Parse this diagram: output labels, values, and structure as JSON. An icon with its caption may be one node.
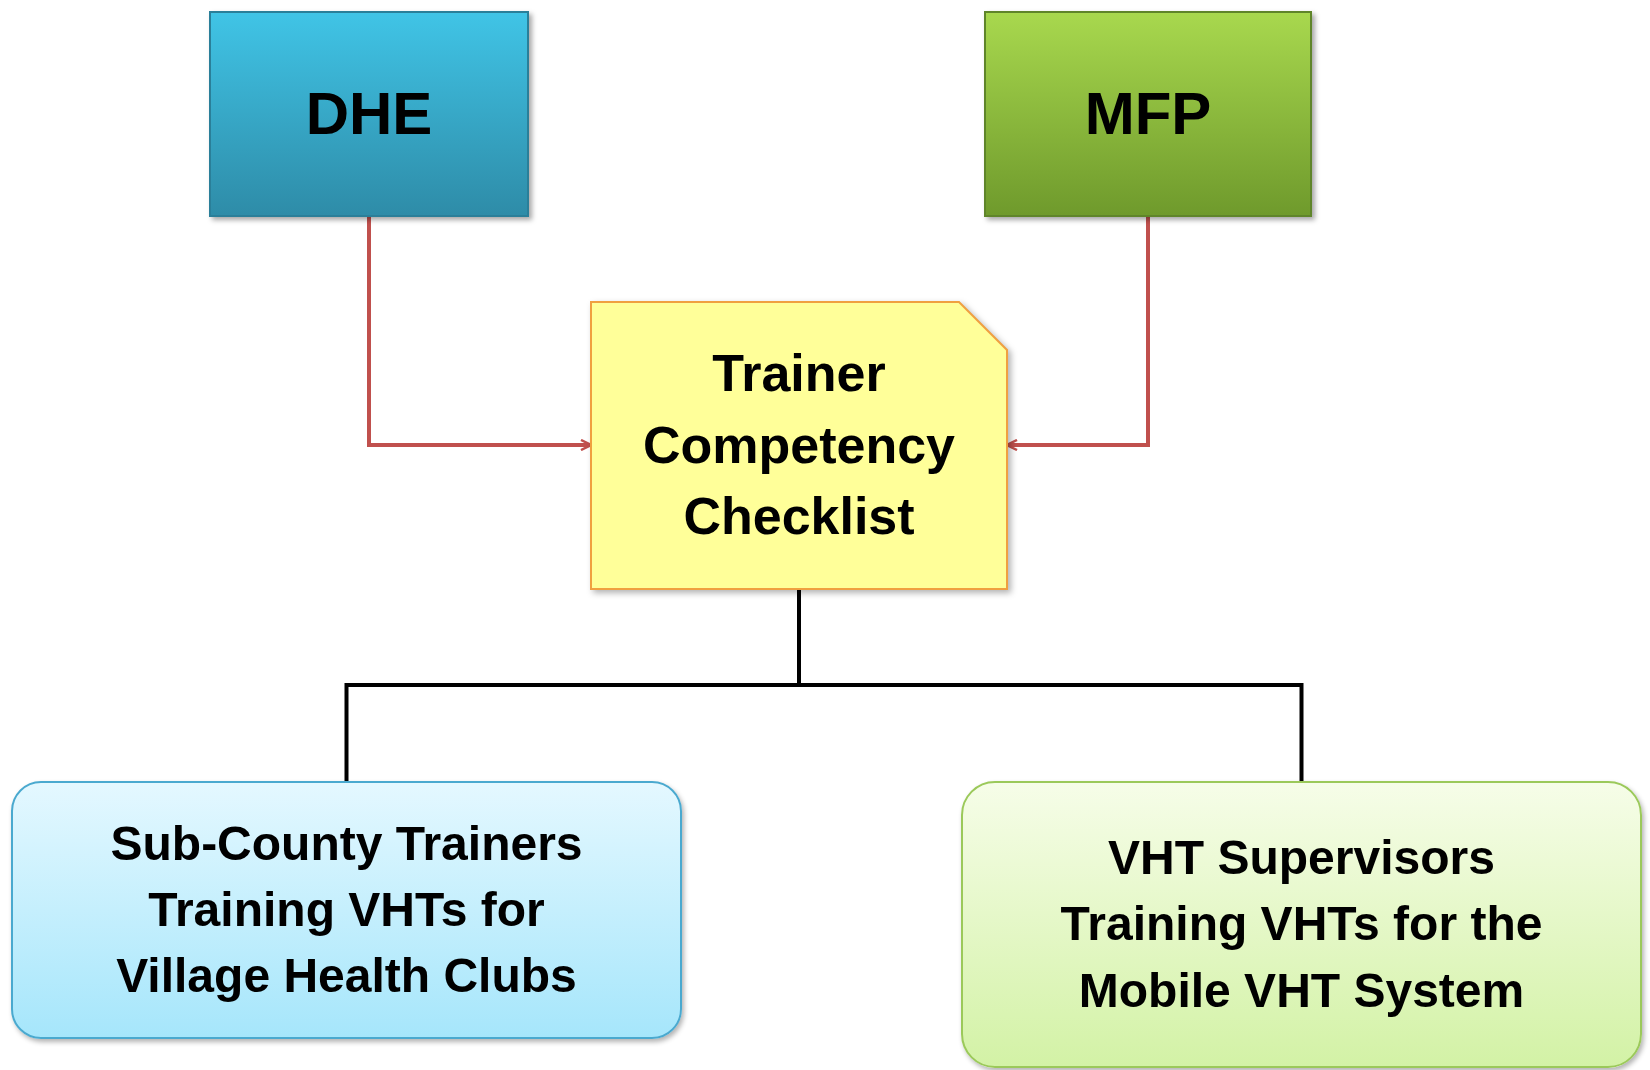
{
  "diagram": {
    "nodes": [
      {
        "text": [
          "DHE"
        ]
      },
      {
        "text": [
          "MFP"
        ]
      },
      {
        "text": [
          "Trainer Competency Checklist"
        ]
      },
      {
        "text": [
          "Sub-County Trainers Training VHTs for Village Health Clubs"
        ]
      },
      {
        "text": [
          "VHT Supervisors Training VHTs for the Mobile VHT System"
        ]
      }
    ],
    "edges": [
      {
        "from": 0,
        "to": 2,
        "arrow": "to",
        "color": "#c0504d"
      },
      {
        "from": 1,
        "to": 2,
        "arrow": "to",
        "color": "#c0504d"
      },
      {
        "from": 2,
        "to": 3,
        "arrow": "none",
        "color": "#000000"
      },
      {
        "from": 2,
        "to": 4,
        "arrow": "none",
        "color": "#000000"
      }
    ]
  }
}
